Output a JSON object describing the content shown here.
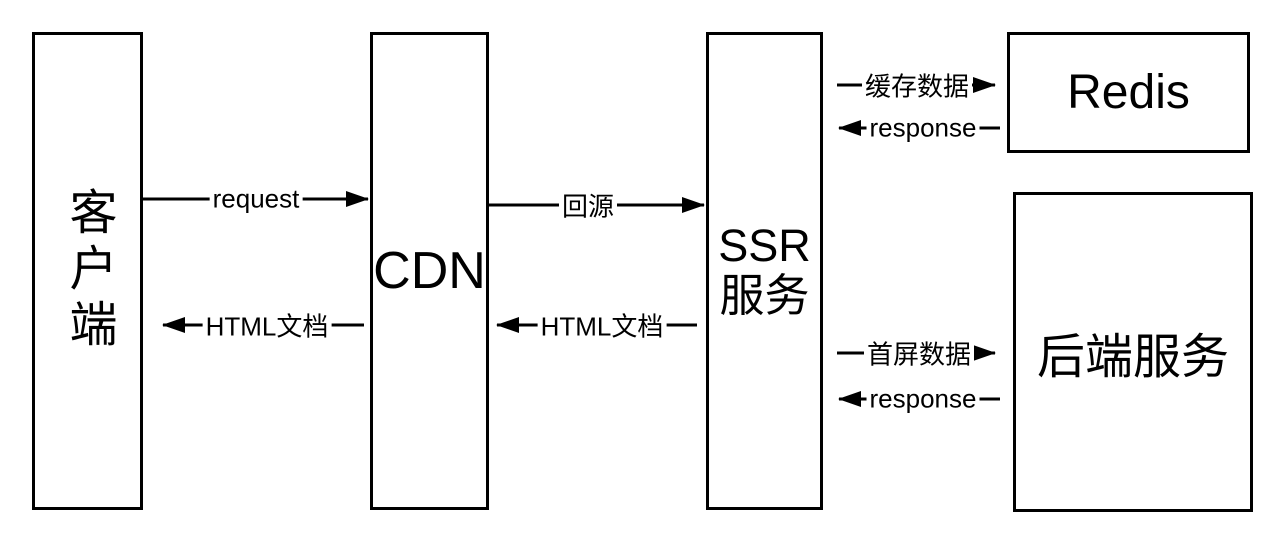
{
  "diagram": {
    "colors": {
      "stroke": "#000000",
      "background": "#ffffff",
      "text": "#000000"
    },
    "nodes": [
      {
        "id": "client",
        "label": "客户端"
      },
      {
        "id": "cdn",
        "label": "CDN"
      },
      {
        "id": "ssr",
        "lines": [
          "SSR",
          "服务"
        ]
      },
      {
        "id": "redis",
        "label": "Redis"
      },
      {
        "id": "backend",
        "label": "后端服务"
      }
    ],
    "edges": [
      {
        "from": "client",
        "to": "cdn",
        "label": "request",
        "direction": "right"
      },
      {
        "from": "cdn",
        "to": "client",
        "label": "HTML文档",
        "direction": "left"
      },
      {
        "from": "cdn",
        "to": "ssr",
        "label": "回源",
        "direction": "right"
      },
      {
        "from": "ssr",
        "to": "cdn",
        "label": "HTML文档",
        "direction": "left"
      },
      {
        "from": "ssr",
        "to": "redis",
        "label": "缓存数据",
        "direction": "right"
      },
      {
        "from": "redis",
        "to": "ssr",
        "label": "response",
        "direction": "left"
      },
      {
        "from": "ssr",
        "to": "backend",
        "label": "首屏数据",
        "direction": "right"
      },
      {
        "from": "backend",
        "to": "ssr",
        "label": "response",
        "direction": "left"
      }
    ]
  }
}
